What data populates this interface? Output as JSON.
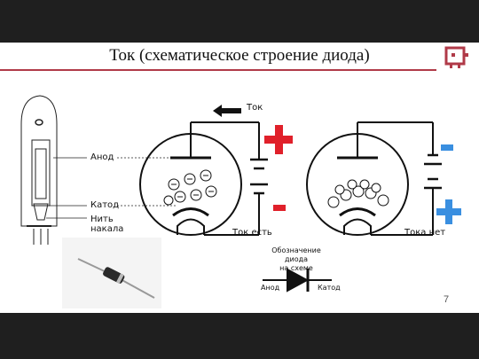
{
  "slide": {
    "title": "Ток (схематическое строение диода)",
    "page_number": "7"
  },
  "labels": {
    "anode": "Анод",
    "cathode": "Катод",
    "filament_line1": "Нить",
    "filament_line2": "накала",
    "current": "Ток",
    "current_on": "Ток есть",
    "current_off": "Тока нет",
    "symbol_caption_line1": "Обозначение диода",
    "symbol_caption_line2": "на схеме",
    "symbol_anode": "Анод",
    "symbol_cathode": "Катод"
  },
  "colors": {
    "accent": "#b03a48",
    "plus_red": "#e0202a",
    "plus_blue": "#3a8fe0",
    "background": "#1f1f1f"
  },
  "icons": [
    "logo-icon",
    "plus-sign-icon",
    "minus-sign-icon",
    "diode-symbol-icon",
    "arrow-left-icon"
  ]
}
